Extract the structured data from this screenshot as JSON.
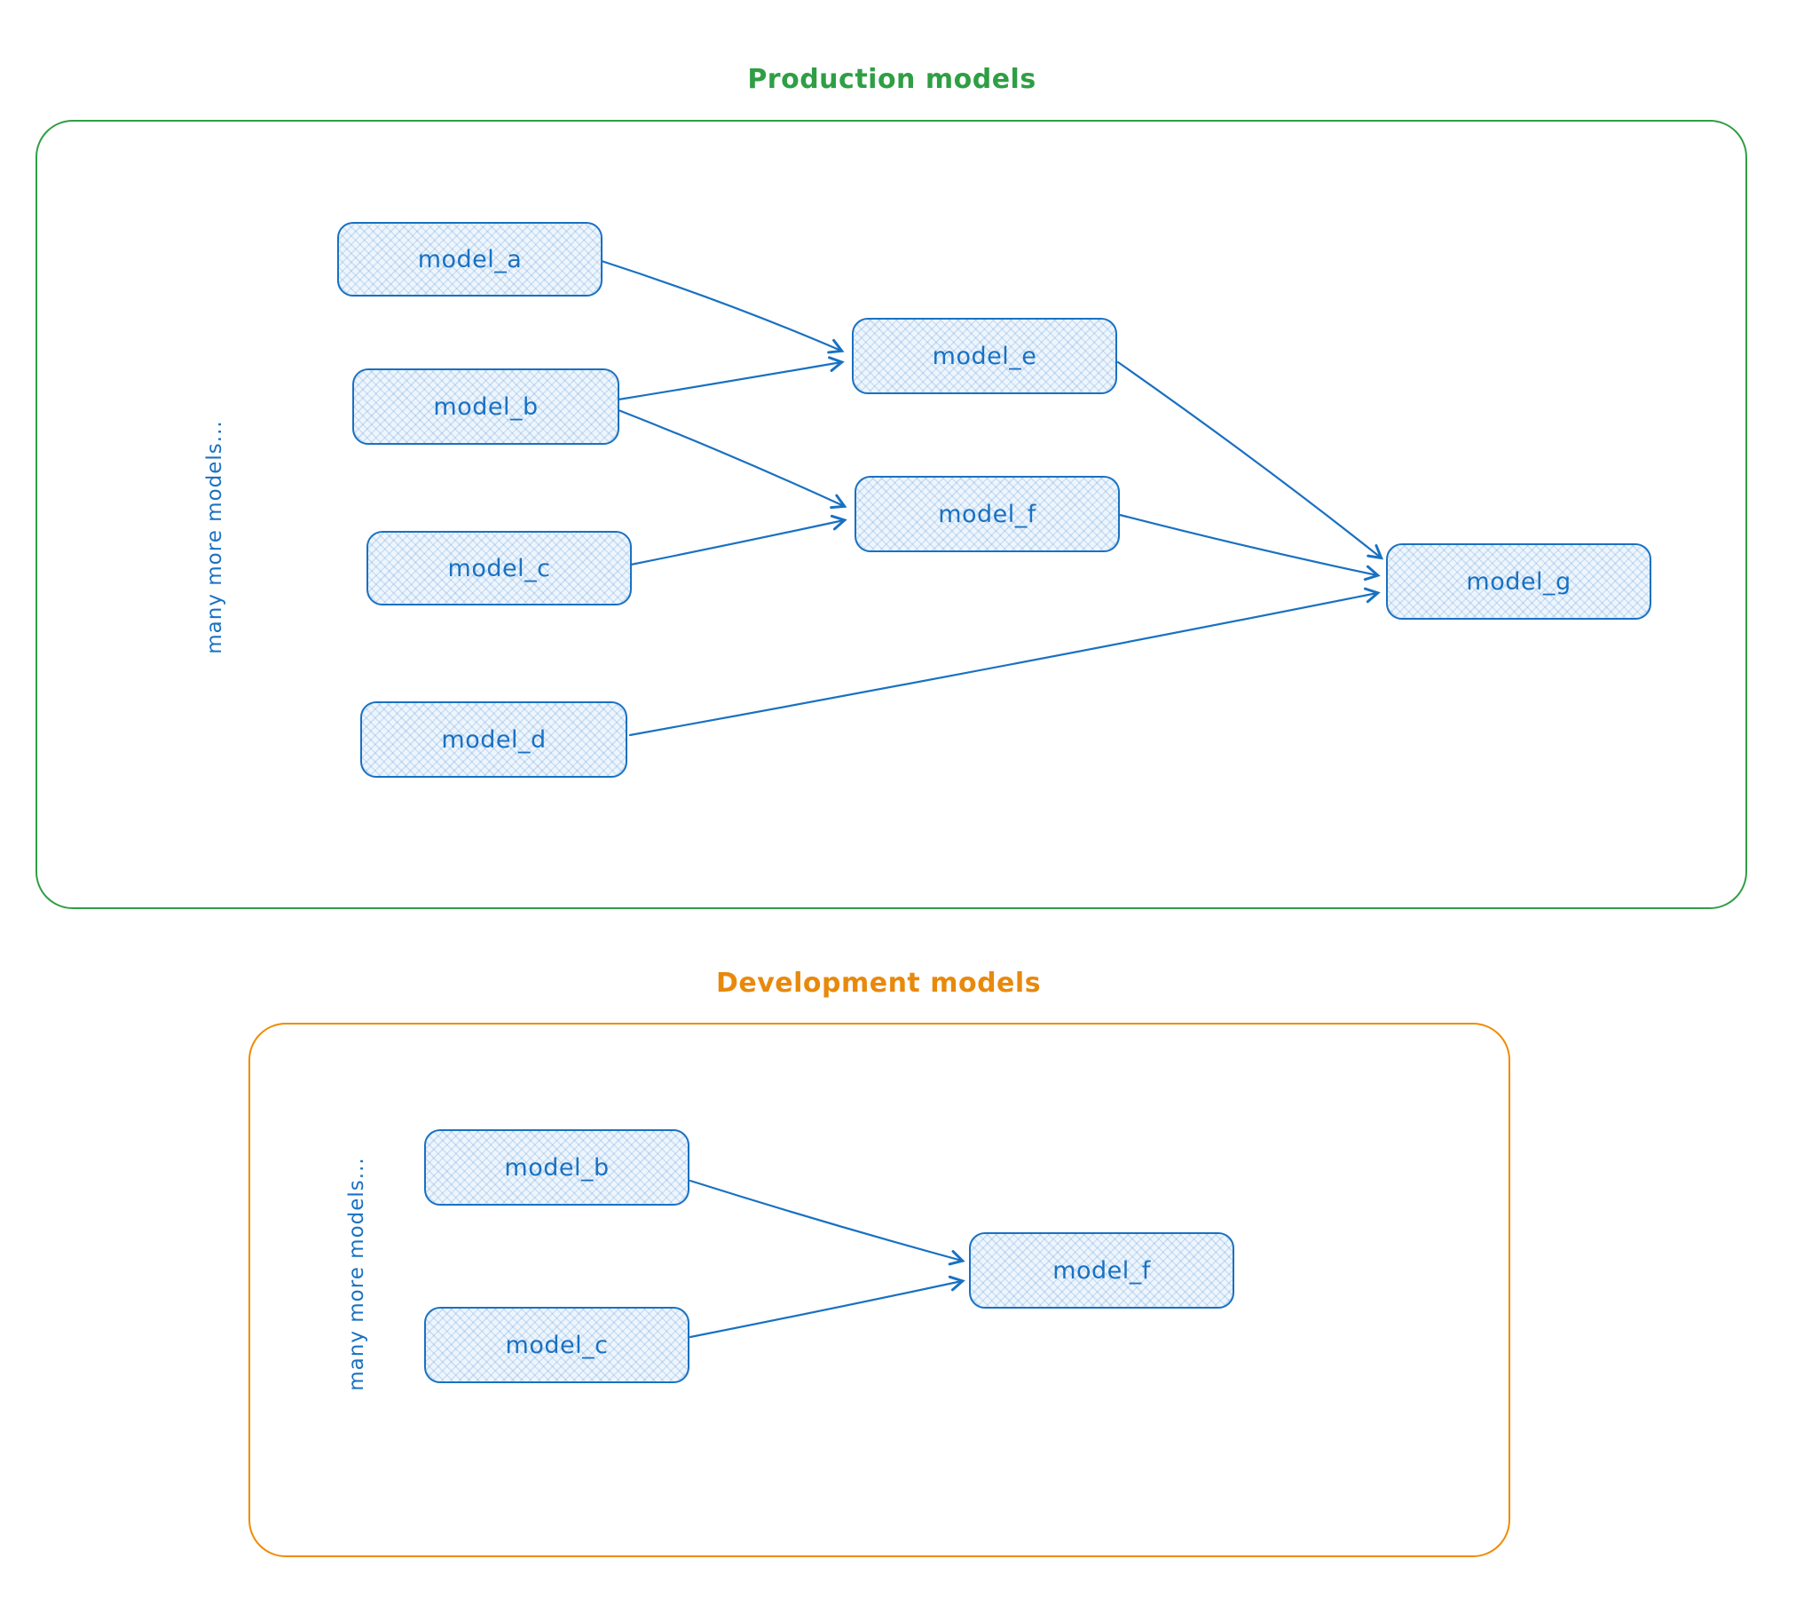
{
  "diagram": {
    "node_color": "#1971c2",
    "sections": [
      {
        "id": "production",
        "title": "Production models",
        "accent_color": "#2f9e44",
        "side_label": "many more models...",
        "nodes": [
          {
            "id": "model_a",
            "label": "model_a"
          },
          {
            "id": "model_b",
            "label": "model_b"
          },
          {
            "id": "model_c",
            "label": "model_c"
          },
          {
            "id": "model_d",
            "label": "model_d"
          },
          {
            "id": "model_e",
            "label": "model_e"
          },
          {
            "id": "model_f",
            "label": "model_f"
          },
          {
            "id": "model_g",
            "label": "model_g"
          }
        ],
        "edges": [
          {
            "from": "model_a",
            "to": "model_e"
          },
          {
            "from": "model_b",
            "to": "model_e"
          },
          {
            "from": "model_b",
            "to": "model_f"
          },
          {
            "from": "model_c",
            "to": "model_f"
          },
          {
            "from": "model_d",
            "to": "model_g"
          },
          {
            "from": "model_e",
            "to": "model_g"
          },
          {
            "from": "model_f",
            "to": "model_g"
          }
        ]
      },
      {
        "id": "development",
        "title": "Development models",
        "accent_color": "#f08c00",
        "side_label": "many more models...",
        "nodes": [
          {
            "id": "model_b",
            "label": "model_b"
          },
          {
            "id": "model_c",
            "label": "model_c"
          },
          {
            "id": "model_f",
            "label": "model_f"
          }
        ],
        "edges": [
          {
            "from": "model_b",
            "to": "model_f"
          },
          {
            "from": "model_c",
            "to": "model_f"
          }
        ]
      }
    ]
  }
}
